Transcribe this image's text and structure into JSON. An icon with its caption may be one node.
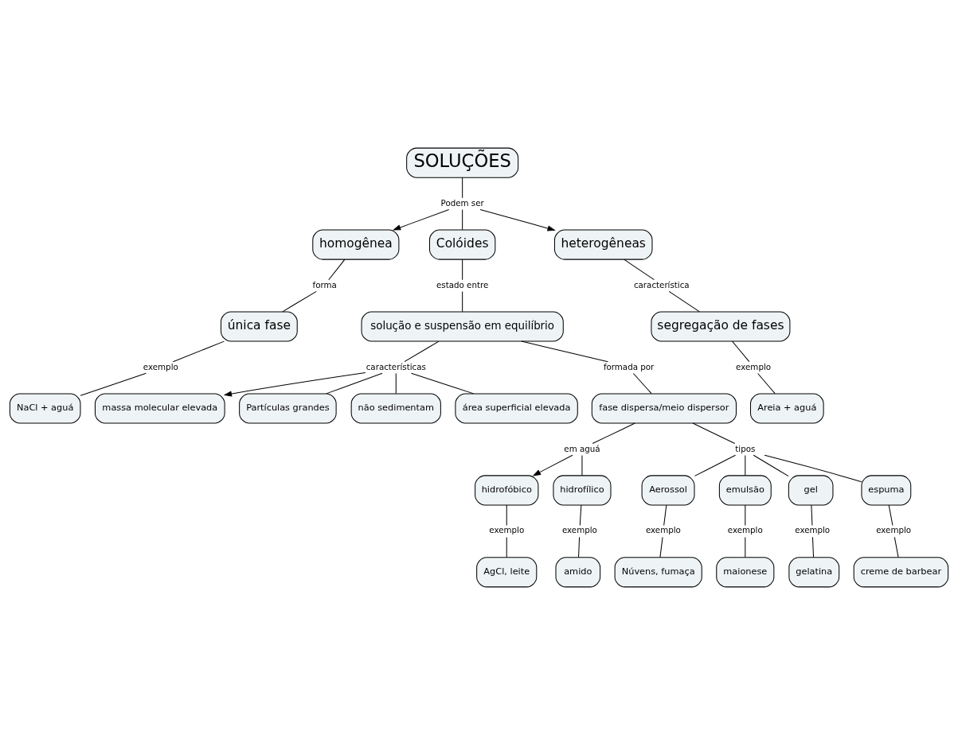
{
  "diagram": {
    "nodes": [
      {
        "text": [
          "SOLUÇÕES"
        ]
      },
      {
        "text": [
          "Podem ser"
        ]
      },
      {
        "text": [
          "homogênea"
        ]
      },
      {
        "text": [
          "Colóides"
        ]
      },
      {
        "text": [
          "heterogêneas"
        ]
      },
      {
        "text": [
          "forma"
        ]
      },
      {
        "text": [
          "estado entre"
        ]
      },
      {
        "text": [
          "característica"
        ]
      },
      {
        "text": [
          "única fase"
        ]
      },
      {
        "text": [
          "solução e suspensão em equilíbrio"
        ]
      },
      {
        "text": [
          "segregação de fases"
        ]
      },
      {
        "text": [
          "exemplo"
        ]
      },
      {
        "text": [
          "exemplo"
        ]
      },
      {
        "text": [
          "NaCl + aguá"
        ]
      },
      {
        "text": [
          "Areia + aguá"
        ]
      },
      {
        "text": [
          "características"
        ]
      },
      {
        "text": [
          "formada por"
        ]
      },
      {
        "text": [
          "massa molecular elevada"
        ]
      },
      {
        "text": [
          "Partículas grandes"
        ]
      },
      {
        "text": [
          "não sedimentam"
        ]
      },
      {
        "text": [
          "área superficial elevada"
        ]
      },
      {
        "text": [
          "fase dispersa/meio dispersor"
        ]
      },
      {
        "text": [
          "em aguá"
        ]
      },
      {
        "text": [
          "tipos"
        ]
      },
      {
        "text": [
          "hidrofóbico"
        ]
      },
      {
        "text": [
          "hidrofílico"
        ]
      },
      {
        "text": [
          "Aerossol"
        ]
      },
      {
        "text": [
          "emulsão"
        ]
      },
      {
        "text": [
          "gel"
        ]
      },
      {
        "text": [
          "espuma"
        ]
      },
      {
        "text": [
          "exemplo"
        ]
      },
      {
        "text": [
          "exemplo"
        ]
      },
      {
        "text": [
          "exemplo"
        ]
      },
      {
        "text": [
          "exemplo"
        ]
      },
      {
        "text": [
          "exemplo"
        ]
      },
      {
        "text": [
          "exemplo"
        ]
      },
      {
        "text": [
          "AgCl, leite"
        ]
      },
      {
        "text": [
          "amido"
        ]
      },
      {
        "text": [
          "Núvens, fumaça"
        ]
      },
      {
        "text": [
          "maionese"
        ]
      },
      {
        "text": [
          "gelatina"
        ]
      },
      {
        "text": [
          "creme de barbear"
        ]
      }
    ],
    "edges": [
      {
        "from": 0,
        "to": 1,
        "arrow": "none"
      },
      {
        "from": 1,
        "to": 2,
        "arrow": "to"
      },
      {
        "from": 1,
        "to": 3,
        "arrow": "none"
      },
      {
        "from": 1,
        "to": 4,
        "arrow": "to"
      },
      {
        "from": 2,
        "to": 5,
        "arrow": "none"
      },
      {
        "from": 5,
        "to": 8,
        "arrow": "none"
      },
      {
        "from": 3,
        "to": 6,
        "arrow": "none"
      },
      {
        "from": 6,
        "to": 9,
        "arrow": "none"
      },
      {
        "from": 4,
        "to": 7,
        "arrow": "none"
      },
      {
        "from": 7,
        "to": 10,
        "arrow": "none"
      },
      {
        "from": 8,
        "to": 11,
        "arrow": "none"
      },
      {
        "from": 11,
        "to": 13,
        "arrow": "none"
      },
      {
        "from": 10,
        "to": 12,
        "arrow": "none"
      },
      {
        "from": 12,
        "to": 14,
        "arrow": "none"
      },
      {
        "from": 9,
        "to": 15,
        "arrow": "none"
      },
      {
        "from": 9,
        "to": 16,
        "arrow": "none"
      },
      {
        "from": 15,
        "to": 17,
        "arrow": "to"
      },
      {
        "from": 15,
        "to": 18,
        "arrow": "none"
      },
      {
        "from": 15,
        "to": 19,
        "arrow": "none"
      },
      {
        "from": 15,
        "to": 20,
        "arrow": "none"
      },
      {
        "from": 16,
        "to": 21,
        "arrow": "none"
      },
      {
        "from": 21,
        "to": 22,
        "arrow": "none"
      },
      {
        "from": 21,
        "to": 23,
        "arrow": "none"
      },
      {
        "from": 22,
        "to": 24,
        "arrow": "to"
      },
      {
        "from": 22,
        "to": 25,
        "arrow": "none"
      },
      {
        "from": 23,
        "to": 26,
        "arrow": "none"
      },
      {
        "from": 23,
        "to": 27,
        "arrow": "none"
      },
      {
        "from": 23,
        "to": 28,
        "arrow": "none"
      },
      {
        "from": 23,
        "to": 29,
        "arrow": "none"
      },
      {
        "from": 24,
        "to": 30,
        "arrow": "none"
      },
      {
        "from": 30,
        "to": 36,
        "arrow": "none"
      },
      {
        "from": 25,
        "to": 31,
        "arrow": "none"
      },
      {
        "from": 31,
        "to": 37,
        "arrow": "none"
      },
      {
        "from": 26,
        "to": 32,
        "arrow": "none"
      },
      {
        "from": 32,
        "to": 38,
        "arrow": "none"
      },
      {
        "from": 27,
        "to": 33,
        "arrow": "none"
      },
      {
        "from": 33,
        "to": 39,
        "arrow": "none"
      },
      {
        "from": 28,
        "to": 34,
        "arrow": "none"
      },
      {
        "from": 34,
        "to": 40,
        "arrow": "none"
      },
      {
        "from": 29,
        "to": 35,
        "arrow": "none"
      },
      {
        "from": 35,
        "to": 41,
        "arrow": "none"
      }
    ]
  }
}
